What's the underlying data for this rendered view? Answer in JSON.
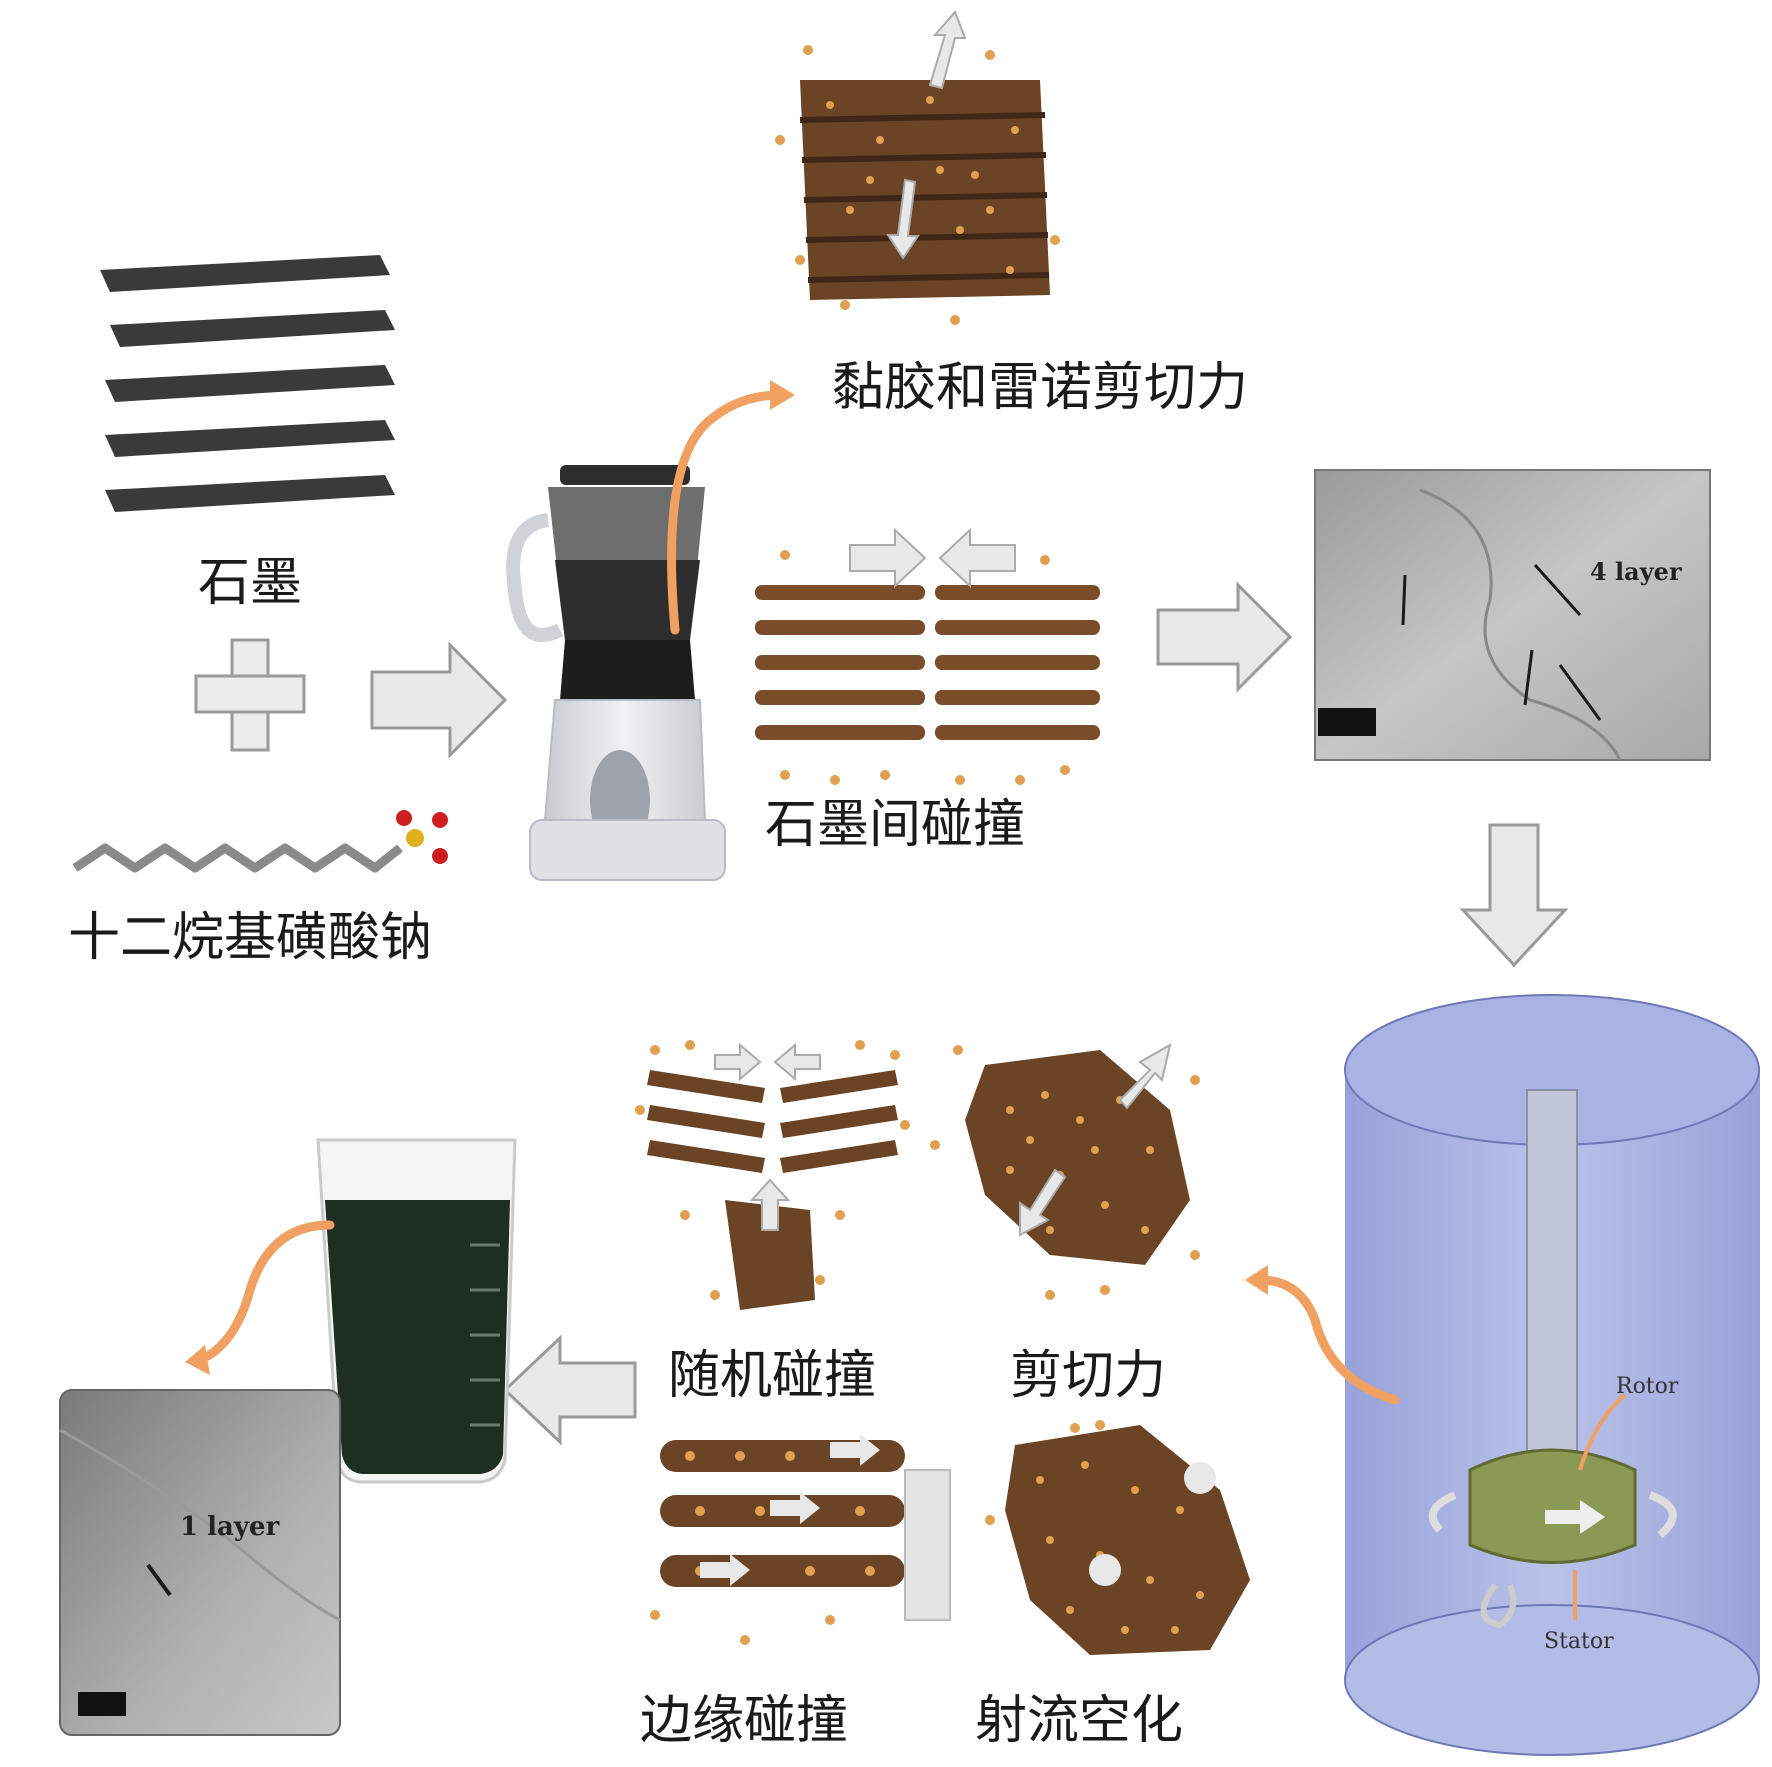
{
  "labels": {
    "graphite": "石墨",
    "sds": "十二烷基磺酸钠",
    "viscous_reynolds_shear": "黏胶和雷诺剪切力",
    "graphite_collision": "石墨间碰撞",
    "random_collision": "随机碰撞",
    "shear_force": "剪切力",
    "edge_collision": "边缘碰撞",
    "jet_cavitation": "射流空化"
  },
  "tem_top": {
    "layer_label": "4 layer"
  },
  "tem_bottom": {
    "layer_label": "1 layer"
  },
  "mixer": {
    "rotor_label": "Rotor",
    "stator_label": "Stator"
  },
  "colors": {
    "graphite_sheet": "#3a3a3a",
    "brown_layer": "#6b4426",
    "surfactant_dot": "#e0a050",
    "arrow_fill": "#e8e8e8",
    "arrow_stroke": "#9a9a9a",
    "curved_pointer": "#f0a060",
    "tank": "#9aa6dc",
    "rotor": "#8a9a55",
    "dispersion": "#1f2e22"
  }
}
